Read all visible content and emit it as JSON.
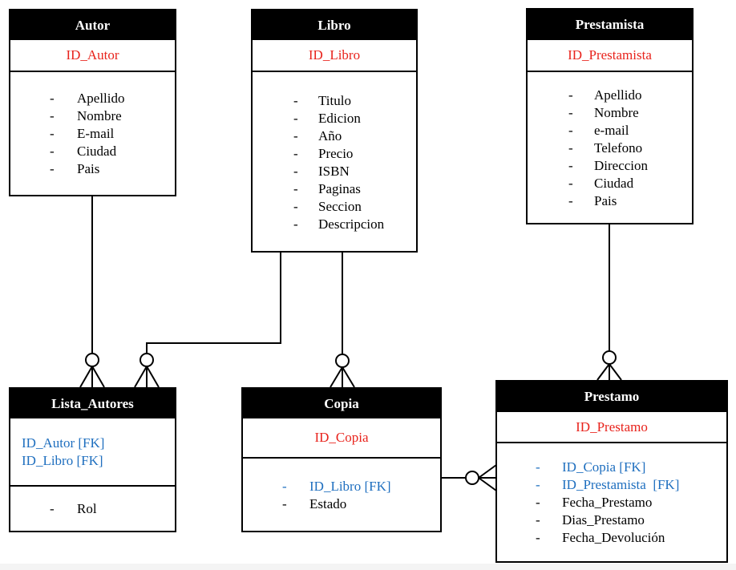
{
  "colors": {
    "pk": "#e8231c",
    "fk": "#1f6fbf",
    "text": "#000000"
  },
  "entities": {
    "autor": {
      "name": "Autor",
      "pk": "ID_Autor",
      "attributes": [
        "Apellido",
        "Nombre",
        "E-mail",
        "Ciudad",
        "Pais"
      ]
    },
    "libro": {
      "name": "Libro",
      "pk": "ID_Libro",
      "attributes": [
        "Titulo",
        "Edicion",
        "Año",
        "Precio",
        "ISBN",
        "Paginas",
        "Seccion",
        "Descripcion"
      ]
    },
    "prestamista": {
      "name": "Prestamista",
      "pk": "ID_Prestamista",
      "attributes": [
        "Apellido",
        "Nombre",
        "e-mail",
        "Telefono",
        "Direccion",
        "Ciudad",
        "Pais"
      ]
    },
    "lista_autores": {
      "name": "Lista_Autores",
      "fks": [
        "ID_Autor [FK]",
        "ID_Libro [FK]"
      ],
      "attributes": [
        "Rol"
      ]
    },
    "copia": {
      "name": "Copia",
      "pk": "ID_Copia",
      "fks": [
        "ID_Libro [FK]"
      ],
      "attributes": [
        "Estado"
      ]
    },
    "prestamo": {
      "name": "Prestamo",
      "pk": "ID_Prestamo",
      "fks": [
        "ID_Copia [FK]",
        "ID_Prestamista  [FK]"
      ],
      "attributes": [
        "Fecha_Prestamo",
        "Dias_Prestamo",
        "Fecha_Devolución"
      ]
    }
  },
  "relationships": [
    {
      "from": "Autor",
      "to": "Lista_Autores",
      "notation": "zero-or-many"
    },
    {
      "from": "Libro",
      "to": "Lista_Autores",
      "notation": "zero-or-many"
    },
    {
      "from": "Libro",
      "to": "Copia",
      "notation": "zero-or-many"
    },
    {
      "from": "Prestamista",
      "to": "Prestamo",
      "notation": "zero-or-many"
    },
    {
      "from": "Copia",
      "to": "Prestamo",
      "notation": "zero-or-many"
    }
  ],
  "list_marker": "-"
}
